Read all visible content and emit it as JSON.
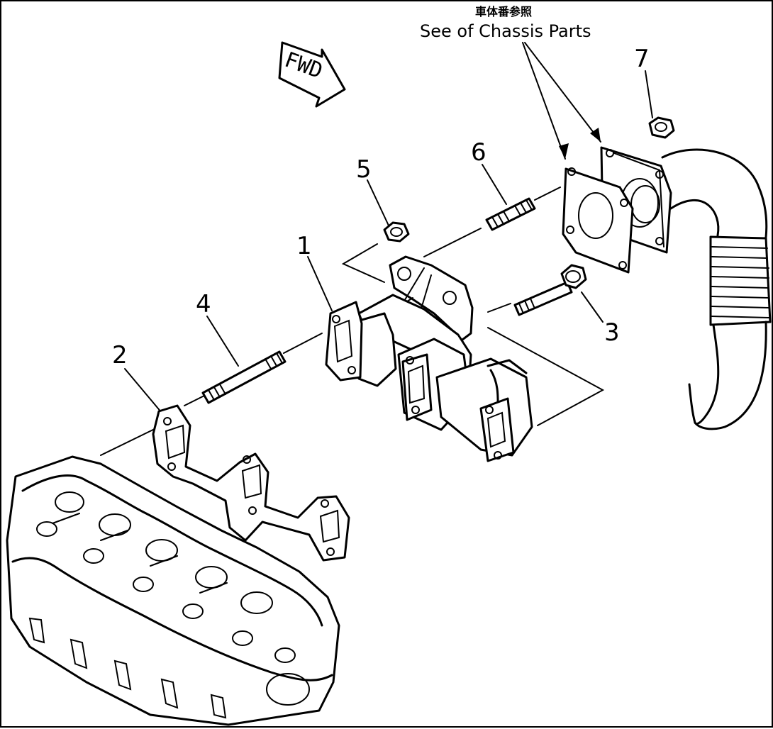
{
  "note": {
    "jp": "車体番参照",
    "en": "See of Chassis Parts"
  },
  "direction": "FWD",
  "callouts": {
    "p1": "1",
    "p2": "2",
    "p3": "3",
    "p4": "4",
    "p5": "5",
    "p6": "6",
    "p7": "7"
  },
  "colors": {
    "line": "#000000",
    "background": "#ffffff"
  }
}
